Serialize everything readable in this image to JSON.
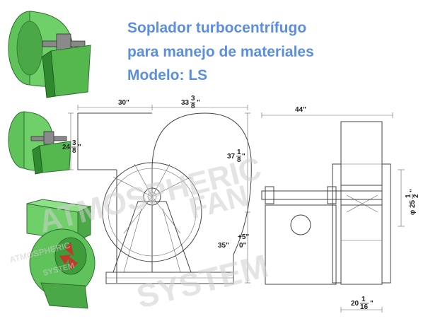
{
  "title": {
    "line1": "Soplador turbocentrífugo",
    "line2": "para manejo de materiales",
    "line3": "Modelo: LS"
  },
  "watermark": {
    "line1": "ATMOSPHERIC",
    "line2": "FAN",
    "line3": "SYSTEM",
    "small1": "ATMOSPHERIC",
    "small2": "SYSTEM"
  },
  "dimensions": {
    "width_left": "30\"",
    "width_right_whole": "33",
    "width_right_num": "3",
    "width_right_den": "8",
    "side_height_whole": "24",
    "side_height_num": "3",
    "side_height_den": "8",
    "height_whole": "37",
    "height_num": "1",
    "height_den": "8",
    "base_height": "35\"",
    "tolerance_plus": "+5\"",
    "tolerance_zero": "0\"",
    "overall_length": "44\"",
    "diameter_symbol": "φ",
    "diameter_whole": "25",
    "diameter_num": "1",
    "diameter_den": "2",
    "outlet_whole": "20",
    "outlet_num": "1",
    "outlet_den": "16"
  },
  "colors": {
    "fan_green": "#5fc25a",
    "fan_dark": "#2f8a2f",
    "title_blue": "#5b8fde",
    "impeller_red": "#c0392b"
  }
}
